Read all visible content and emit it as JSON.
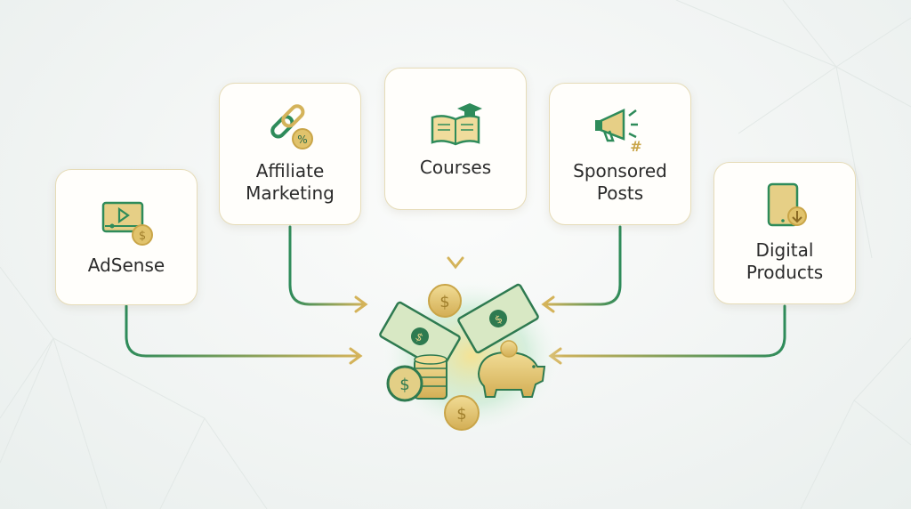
{
  "sources": [
    {
      "id": "adsense",
      "label": "AdSense",
      "icon": "video-play-dollar-icon"
    },
    {
      "id": "affiliate",
      "label": "Affiliate\nMarketing",
      "icon": "chain-link-percent-icon"
    },
    {
      "id": "courses",
      "label": "Courses",
      "icon": "book-graduation-cap-icon"
    },
    {
      "id": "sponsored",
      "label": "Sponsored\nPosts",
      "icon": "megaphone-hashtag-icon"
    },
    {
      "id": "digital",
      "label": "Digital\nProducts",
      "icon": "tablet-download-icon"
    }
  ],
  "center": {
    "icon": "money-cash-coins-piggy-bank-icon"
  },
  "colors": {
    "green": "#2e8b5a",
    "gold": "#d4b35a",
    "card_border": "#e6dcb8"
  }
}
